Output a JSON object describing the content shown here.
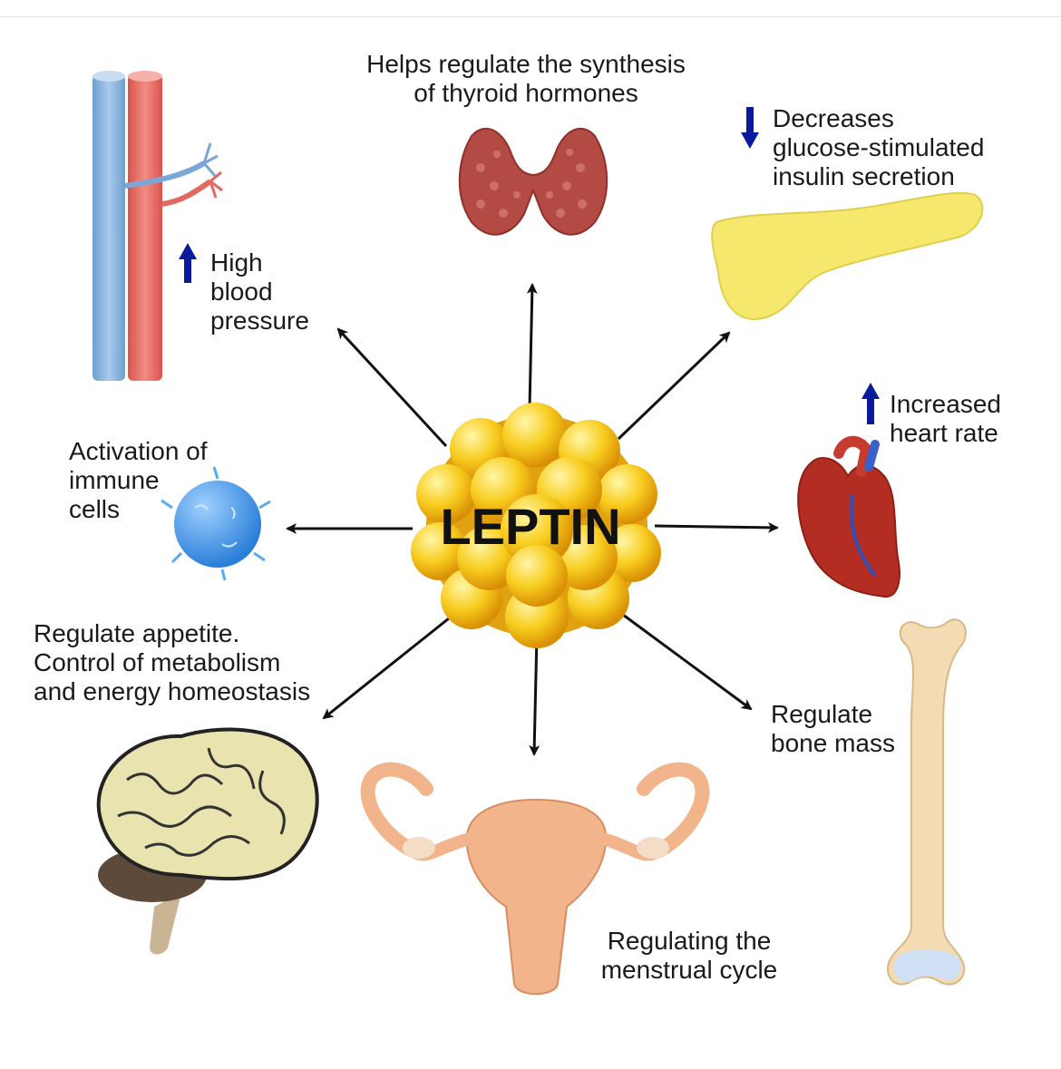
{
  "center": {
    "label": "LEPTIN"
  },
  "effects": {
    "thyroid": {
      "line1": "Helps regulate the synthesis",
      "line2": "of thyroid hormones"
    },
    "pancreas": {
      "line1": "Decreases",
      "line2": "glucose-stimulated",
      "line3": "insulin secretion",
      "direction": "down"
    },
    "blood_pressure": {
      "line1": "High",
      "line2": "blood",
      "line3": "pressure",
      "direction": "up"
    },
    "heart": {
      "line1": "Increased",
      "line2": "heart rate",
      "direction": "up"
    },
    "immune": {
      "line1": "Activation of",
      "line2": "immune",
      "line3": "cells"
    },
    "brain": {
      "line1": "Regulate appetite.",
      "line2": "Control of metabolism",
      "line3": "and energy homeostasis"
    },
    "bone": {
      "line1": "Regulate",
      "line2": "bone mass"
    },
    "menstrual": {
      "line1": "Regulating the",
      "line2": "menstrual cycle"
    }
  },
  "colors": {
    "indicator_arrow": "#0a1a9c",
    "leptin_fill": "#f7c51c",
    "thyroid": "#b8463f",
    "pancreas": "#f5e76a",
    "vein": "#8bb6e0",
    "artery": "#e8675f",
    "immune_cell": "#3f93e8",
    "heart": "#b42d22",
    "brain": "#e9e3b0",
    "bone": "#f3dcb4",
    "uterus": "#f2b48b"
  },
  "icons": [
    "thyroid-icon",
    "pancreas-icon",
    "blood-vessels-icon",
    "immune-cell-icon",
    "heart-icon",
    "brain-icon",
    "bone-icon",
    "uterus-icon",
    "fat-cell-cluster-icon"
  ]
}
